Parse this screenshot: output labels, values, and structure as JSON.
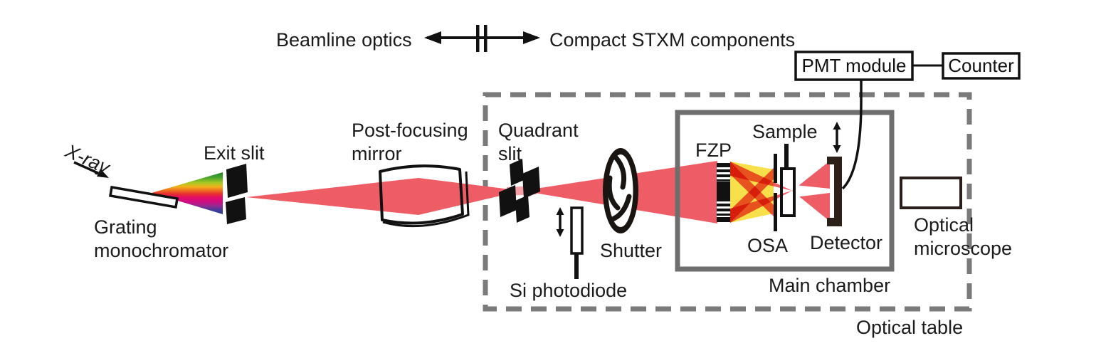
{
  "header": {
    "left": "Beamline optics",
    "right": "Compact STXM components"
  },
  "beamline": {
    "xray": "X-ray",
    "grating_line1": "Grating",
    "grating_line2": "monochromator",
    "exit_slit": "Exit slit",
    "mirror_line1": "Post-focusing",
    "mirror_line2": "mirror"
  },
  "optical_table": {
    "label": "Optical table",
    "quadrant_line1": "Quadrant",
    "quadrant_line2": "slit",
    "si_photodiode": "Si photodiode",
    "shutter": "Shutter",
    "microscope_line1": "Optical",
    "microscope_line2": "microscope"
  },
  "main_chamber": {
    "label": "Main chamber",
    "fzp": "FZP",
    "sample": "Sample",
    "osa": "OSA",
    "detector": "Detector"
  },
  "electronics": {
    "pmt_module": "PMT module",
    "counter": "Counter"
  },
  "colors": {
    "beam_red": "#ee5d66",
    "zeroth_order_yellow": "#f8e04a",
    "chamber_gray": "#6e6e6e",
    "table_dash_gray": "#7a7a7a",
    "ink_black": "#111111",
    "detector_dark": "#2c2019",
    "spectrum": [
      "#157a33",
      "#46a42c",
      "#a6c824",
      "#f0b31b",
      "#ee6b21",
      "#e8312e",
      "#e40e63",
      "#cf0b82",
      "#8f2a90",
      "#3c3e97",
      "#283a8e"
    ]
  }
}
